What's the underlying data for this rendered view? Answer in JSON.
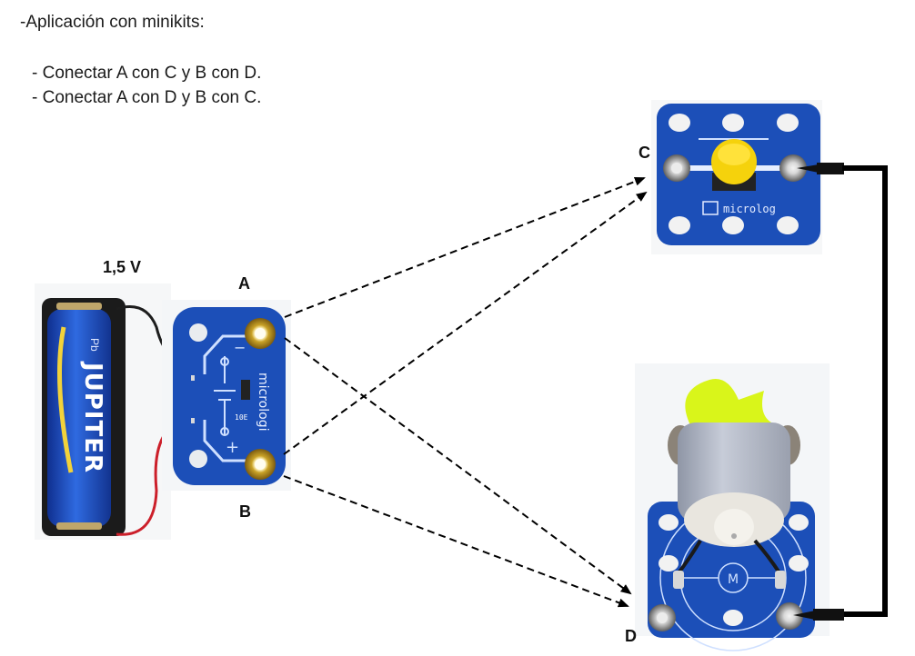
{
  "title": "-Aplicación con minikits:",
  "instructions": [
    "- Conectar A con C y B con D.",
    "- Conectar A con D y B con C."
  ],
  "battery": {
    "voltage_label": "1,5 V",
    "brand": "JUPITER",
    "cell_marking": "Pb"
  },
  "terminals": {
    "A": "A",
    "B": "B",
    "C": "C",
    "D": "D"
  },
  "battery_module": {
    "brand": "micrologi",
    "minus": "−",
    "plus": "+",
    "chip_code": "10E"
  },
  "button_module": {
    "brand": "microlog"
  },
  "motor_module": {
    "symbol": "M"
  },
  "colors": {
    "pcb_blue": "#1c4fb8",
    "button_yellow": "#f5d20c",
    "fan_green": "#d9f51a",
    "wire_black": "#000000",
    "wire_red": "#d0202a",
    "battery_blue": "#1d4ec9",
    "gold_terminal": "#c9a227"
  }
}
